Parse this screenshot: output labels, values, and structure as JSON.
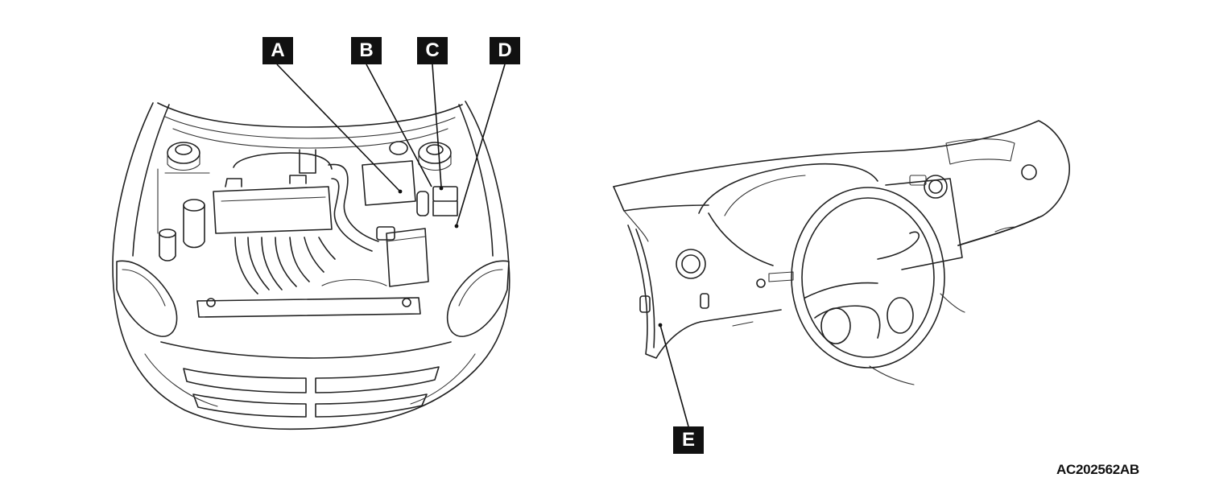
{
  "callouts": {
    "a": "A",
    "b": "B",
    "c": "C",
    "d": "D",
    "e": "E"
  },
  "figure_code": "AC202562AB",
  "colors": {
    "ink": "#222222",
    "callout_bg": "#111111",
    "callout_text": "#ffffff",
    "background": "#ffffff"
  }
}
